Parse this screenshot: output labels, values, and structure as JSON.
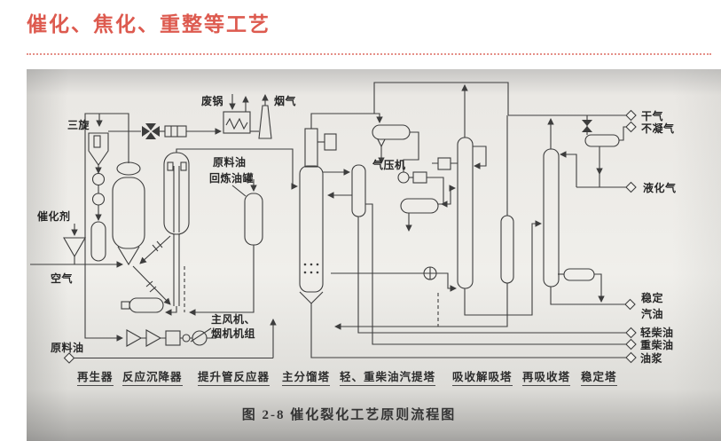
{
  "colors": {
    "title": "#dd5a4f",
    "divider": "#e59088",
    "diagram_line": "#3d3d3d"
  },
  "page": {
    "title": "催化、焦化、重整等工艺"
  },
  "figure": {
    "caption": "图 2-8  催化裂化工艺原则流程图",
    "stream_labels": {
      "three_stage_cyclone": "三旋",
      "waste_heat_boiler": "废锅",
      "flue_gas": "烟气",
      "catalyst": "催化剂",
      "air": "空气",
      "feed_oil": "原料油",
      "recycle_tank_line1": "原料油",
      "recycle_tank_line2": "回炼油罐",
      "gas_compressor": "气压机",
      "main_blower_line1": "主风机、",
      "main_blower_line2": "烟机机组",
      "dry_gas": "干气",
      "non_condensable_gas": "不凝气",
      "lpg": "液化气",
      "stabilized_line1": "稳定",
      "stabilized_line2": "汽油",
      "light_diesel": "轻柴油",
      "heavy_diesel": "重柴油",
      "oil_slurry": "油浆"
    },
    "equipment_labels": [
      "再生器",
      "反应沉降器",
      "提升管反应器",
      "主分馏塔",
      "轻、重柴油汽提塔",
      "吸收解吸塔",
      "再吸收塔",
      "稳定塔"
    ]
  }
}
